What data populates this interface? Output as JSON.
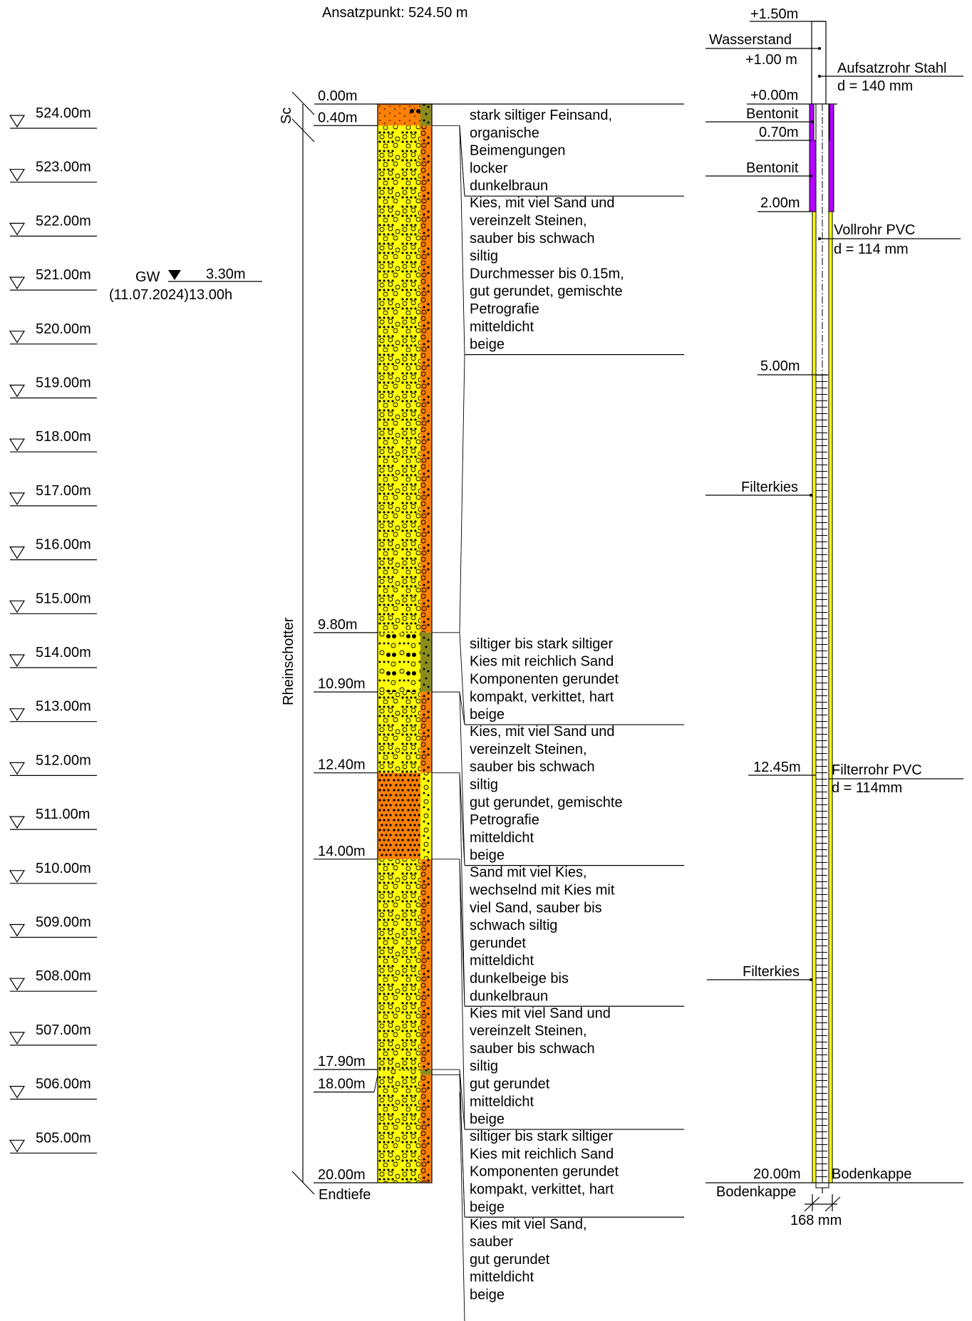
{
  "header": {
    "ansatzpunkt": "Ansatzpunkt: 524.50 m"
  },
  "elevation_scale": [
    "524.00m",
    "523.00m",
    "522.00m",
    "521.00m",
    "520.00m",
    "519.00m",
    "518.00m",
    "517.00m",
    "516.00m",
    "515.00m",
    "514.00m",
    "513.00m",
    "512.00m",
    "511.00m",
    "510.00m",
    "509.00m",
    "508.00m",
    "507.00m",
    "506.00m",
    "505.00m"
  ],
  "groundwater": {
    "label": "GW",
    "depth": "3.30m",
    "date": "(11.07.2024)13.00h"
  },
  "strata_groups": {
    "top": "Sc",
    "main": "Rheinschotter"
  },
  "depth_labels": [
    "0.00m",
    "0.40m",
    "9.80m",
    "10.90m",
    "12.40m",
    "14.00m",
    "17.90m",
    "18.00m",
    "20.00m"
  ],
  "end_label": "Endtiefe",
  "colors": {
    "orange": "#ff8000",
    "yellow": "#ffff00",
    "olive": "#8c8c1e",
    "purple": "#b400ff"
  },
  "layers": [
    {
      "from": 0.0,
      "to": 0.4,
      "pattern": "topsoil",
      "lines": [
        "stark siltiger Feinsand,",
        "organische",
        "Beimengungen",
        "locker",
        "dunkelbraun"
      ]
    },
    {
      "from": 0.4,
      "to": 9.8,
      "pattern": "gravel",
      "lines": [
        "Kies, mit viel Sand und",
        "vereinzelt Steinen,",
        "sauber bis schwach",
        "siltig",
        "Durchmesser bis 0.15m,",
        "gut gerundet, gemischte",
        "Petrografie",
        "mitteldicht",
        "beige"
      ]
    },
    {
      "from": 9.8,
      "to": 10.9,
      "pattern": "silty",
      "lines": [
        "siltiger bis stark siltiger",
        "Kies mit reichlich Sand",
        "Komponenten gerundet",
        "kompakt, verkittet, hart",
        "beige"
      ]
    },
    {
      "from": 10.9,
      "to": 12.4,
      "pattern": "gravel",
      "lines": [
        "Kies, mit viel Sand und",
        "vereinzelt Steinen,",
        "sauber bis schwach",
        "siltig",
        "gut gerundet, gemischte",
        "Petrografie",
        "mitteldicht",
        "beige"
      ]
    },
    {
      "from": 12.4,
      "to": 14.0,
      "pattern": "sand",
      "lines": [
        "Sand mit viel Kies,",
        "wechselnd mit Kies mit",
        "viel Sand, sauber bis",
        "schwach siltig",
        "gerundet",
        "mitteldicht",
        "dunkelbeige  bis",
        "dunkelbraun"
      ]
    },
    {
      "from": 14.0,
      "to": 17.9,
      "pattern": "gravel",
      "lines": [
        "Kies mit viel Sand und",
        "vereinzelt Steinen,",
        "sauber bis schwach",
        "siltig",
        "gut gerundet",
        "mitteldicht",
        "beige"
      ]
    },
    {
      "from": 17.9,
      "to": 18.0,
      "pattern": "silty",
      "lines": [
        "siltiger bis stark siltiger",
        "Kies mit reichlich Sand",
        "Komponenten gerundet",
        "kompakt, verkittet, hart",
        "beige"
      ]
    },
    {
      "from": 18.0,
      "to": 20.0,
      "pattern": "gravel",
      "lines": [
        "Kies mit viel Sand,",
        "sauber",
        "gut gerundet",
        "mitteldicht",
        "beige"
      ]
    }
  ],
  "well": {
    "top_labels": [
      "+1.50m",
      "Wasserstand",
      "+1.00 m",
      "+0.00m"
    ],
    "aufsatz": [
      "Aufsatzrohr Stahl",
      "d = 140 mm"
    ],
    "bentonit": "Bentonit",
    "depth_070": "0.70m",
    "depth_200": "2.00m",
    "vollrohr": [
      "Vollrohr PVC",
      "d = 114 mm"
    ],
    "depth_500": "5.00m",
    "filterkies": "Filterkies",
    "depth_1245": "12.45m",
    "filterrohr": [
      "Filterrohr PVC",
      "d = 114mm"
    ],
    "depth_2000": "20.00m",
    "bodenkappe": "Bodenkappe",
    "diameter": "168 mm"
  }
}
